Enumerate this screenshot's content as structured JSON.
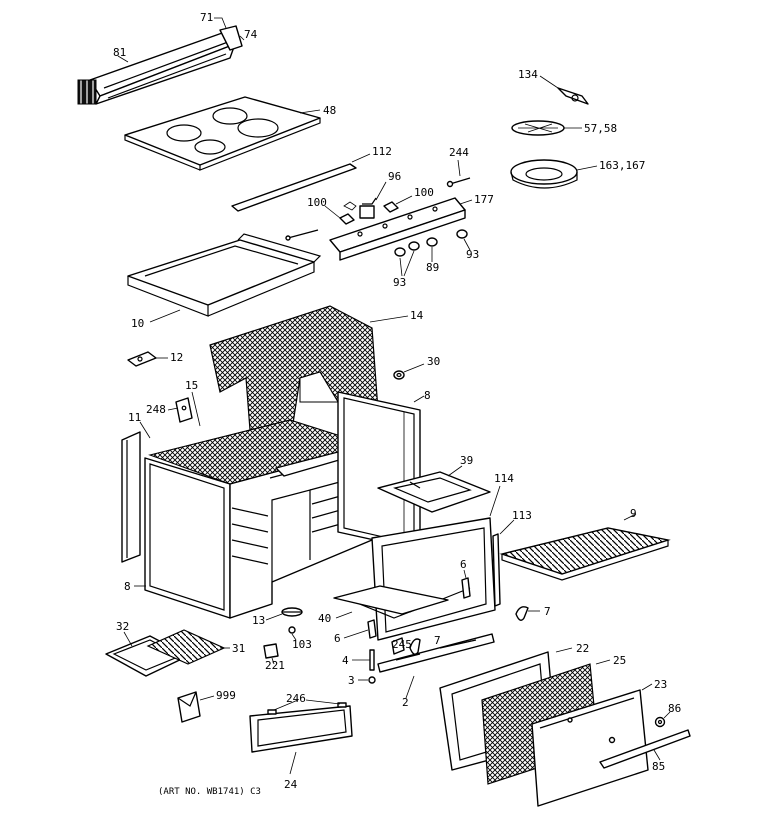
{
  "caption": "(ART NO. WB1741) C3",
  "callouts": [
    {
      "id": "c71",
      "text": "71"
    },
    {
      "id": "c74",
      "text": "74"
    },
    {
      "id": "c81",
      "text": "81"
    },
    {
      "id": "c48",
      "text": "48"
    },
    {
      "id": "c134",
      "text": "134"
    },
    {
      "id": "c5758",
      "text": "57,58"
    },
    {
      "id": "c163167",
      "text": "163,167"
    },
    {
      "id": "c112",
      "text": "112"
    },
    {
      "id": "c244",
      "text": "244"
    },
    {
      "id": "c96",
      "text": "96"
    },
    {
      "id": "c100a",
      "text": "100"
    },
    {
      "id": "c100b",
      "text": "100"
    },
    {
      "id": "c177",
      "text": "177"
    },
    {
      "id": "c93a",
      "text": "93"
    },
    {
      "id": "c93b",
      "text": "93"
    },
    {
      "id": "c89",
      "text": "89"
    },
    {
      "id": "c10",
      "text": "10"
    },
    {
      "id": "c14",
      "text": "14"
    },
    {
      "id": "c12",
      "text": "12"
    },
    {
      "id": "c30",
      "text": "30"
    },
    {
      "id": "c15",
      "text": "15"
    },
    {
      "id": "c8a",
      "text": "8"
    },
    {
      "id": "c248",
      "text": "248"
    },
    {
      "id": "c11",
      "text": "11"
    },
    {
      "id": "c39",
      "text": "39"
    },
    {
      "id": "c114",
      "text": "114"
    },
    {
      "id": "c113",
      "text": "113"
    },
    {
      "id": "c9",
      "text": "9"
    },
    {
      "id": "c8b",
      "text": "8"
    },
    {
      "id": "c6a",
      "text": "6"
    },
    {
      "id": "c7a",
      "text": "7"
    },
    {
      "id": "c40",
      "text": "40"
    },
    {
      "id": "c13",
      "text": "13"
    },
    {
      "id": "c103",
      "text": "103"
    },
    {
      "id": "c6b",
      "text": "6"
    },
    {
      "id": "c245",
      "text": "245"
    },
    {
      "id": "c7b",
      "text": "7"
    },
    {
      "id": "c32",
      "text": "32"
    },
    {
      "id": "c31",
      "text": "31"
    },
    {
      "id": "c221",
      "text": "221"
    },
    {
      "id": "c4",
      "text": "4"
    },
    {
      "id": "c3",
      "text": "3"
    },
    {
      "id": "c2",
      "text": "2"
    },
    {
      "id": "c22",
      "text": "22"
    },
    {
      "id": "c25",
      "text": "25"
    },
    {
      "id": "c23",
      "text": "23"
    },
    {
      "id": "c999",
      "text": "999"
    },
    {
      "id": "c246",
      "text": "246"
    },
    {
      "id": "c86",
      "text": "86"
    },
    {
      "id": "c85",
      "text": "85"
    },
    {
      "id": "c24",
      "text": "24"
    }
  ]
}
